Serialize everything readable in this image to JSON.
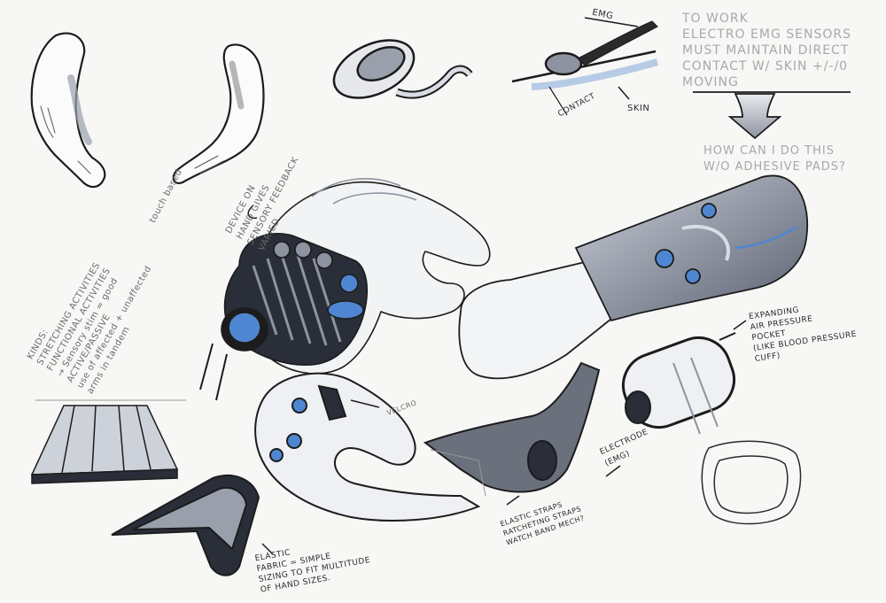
{
  "sheet": {
    "colors": {
      "paper": "#f7f7f5",
      "ink": "#1c1c1c",
      "marker_grey": "#9aa0ab",
      "accent_blue": "#4f86d1"
    },
    "notes": {
      "emg": "EMG",
      "contact": "CONTACT",
      "skin": "SKIN",
      "to_work": "TO WORK\nELECTRO EMG SENSORS\nMUST MAINTAIN DIRECT\nCONTACT W/ SKIN +/-/0\nMOVING",
      "question": "HOW CAN I DO THIS\nW/O ADHESIVE PADS?",
      "device_feedback": "DEVICE ON\nHAND GIVES\nSENSORY FEEDBACK\nVARIED",
      "touch_based": "touch based",
      "kinds": "KINDS:\nSTRETCHING ACTIVITIES\nFUNCTIONAL ACTIVITIES\n→ Sensory stim = good\nACTIVE/PASSIVE\nuse of affected + unaffected\narms in tandem",
      "velcro": "VELCRO",
      "expanding": "EXPANDING\nAIR PRESSURE\nPOCKET\n(LIKE BLOOD PRESSURE\nCUFF)",
      "electrode": "ELECTRODE\n(EMG)",
      "elastic_straps": "ELASTIC STRAPS\nRATCHETING STRAPS\nWATCH BAND MECH?",
      "elastic_fabric": "ELASTIC\nFABRIC = SIMPLE\nSIZING TO FIT MULTITUDE\nOF HAND SIZES."
    }
  }
}
